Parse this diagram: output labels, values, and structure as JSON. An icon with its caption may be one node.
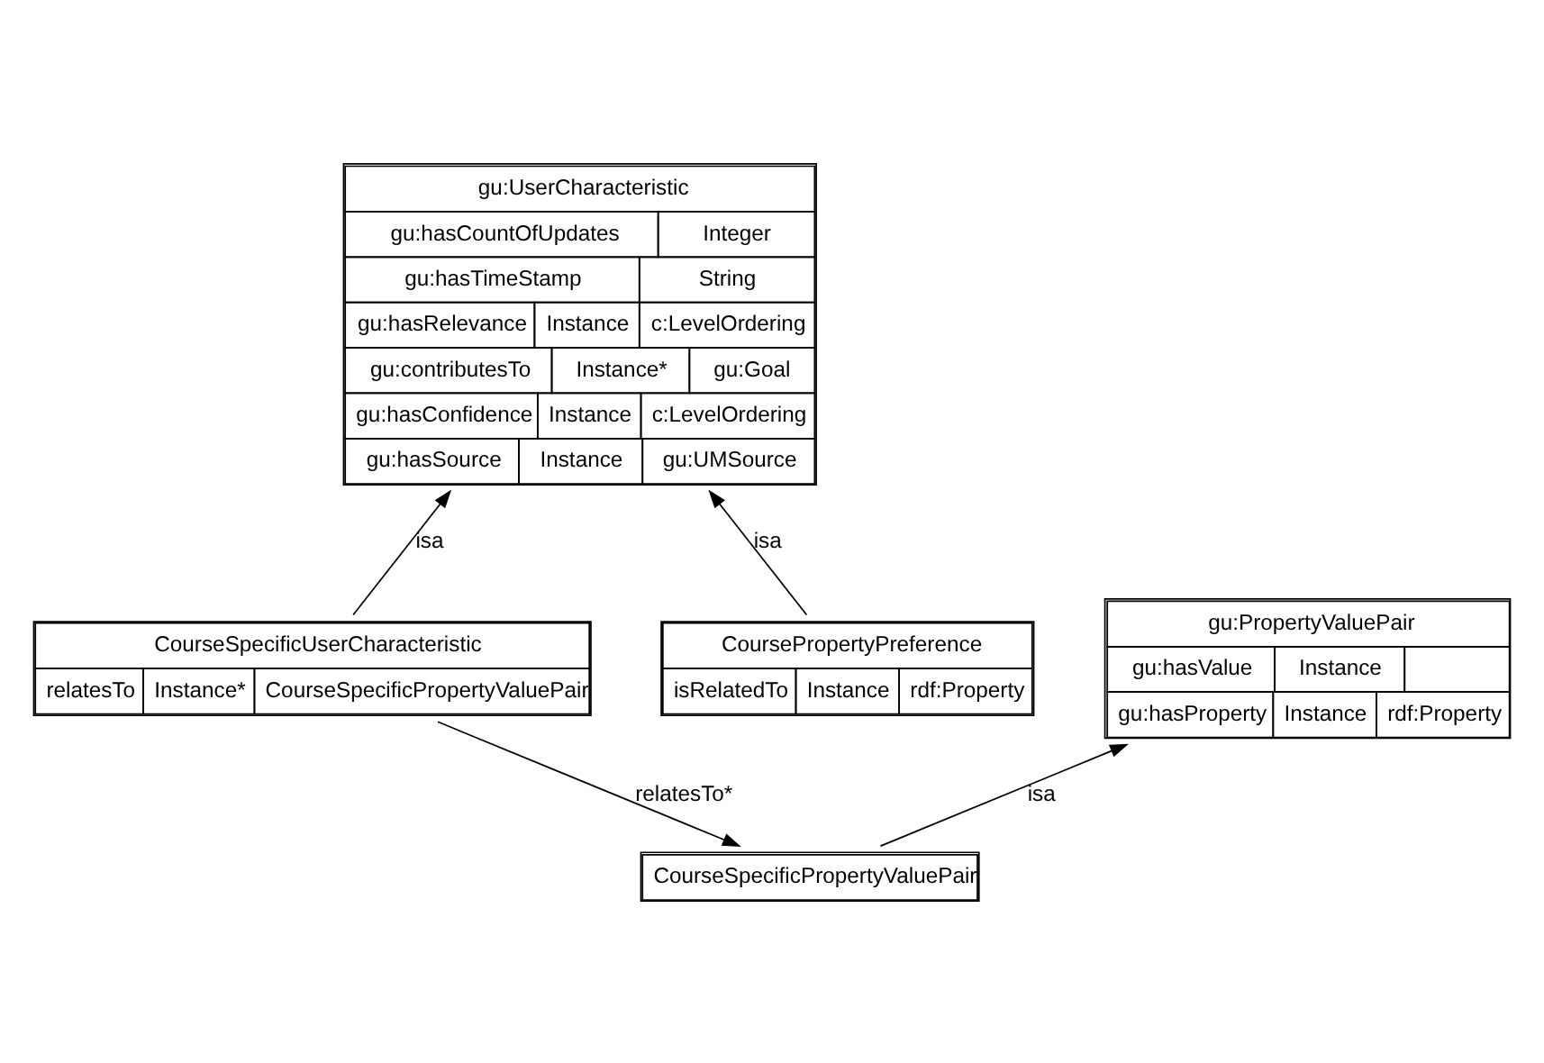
{
  "diagram": {
    "nodes": [
      {
        "text": [
          "gu:UserCharacteristic",
          "gu:hasCountOfUpdates",
          "Integer",
          "gu:hasTimeStamp",
          "String",
          "gu:hasRelevance",
          "Instance",
          "c:LevelOrdering",
          "gu:contributesTo",
          "Instance*",
          "gu:Goal",
          "gu:hasConfidence",
          "Instance",
          "c:LevelOrdering",
          "gu:hasSource",
          "Instance",
          "gu:UMSource"
        ]
      },
      {
        "text": [
          "CourseSpecificUserCharacteristic",
          "relatesTo",
          "Instance*",
          "CourseSpecificPropertyValuePair"
        ]
      },
      {
        "text": [
          "CoursePropertyPreference",
          "isRelatedTo",
          "Instance",
          "rdf:Property"
        ]
      },
      {
        "text": [
          "gu:PropertyValuePair",
          "gu:hasValue",
          "Instance",
          "gu:hasProperty",
          "Instance",
          "rdf:Property"
        ]
      },
      {
        "text": [
          "CourseSpecificPropertyValuePair"
        ]
      }
    ],
    "edges": [
      {
        "from": 1,
        "to": 0,
        "arrow": "to",
        "label": "isa"
      },
      {
        "from": 2,
        "to": 0,
        "arrow": "to",
        "label": "isa"
      },
      {
        "from": 1,
        "to": 4,
        "arrow": "to",
        "label": "relatesTo*"
      },
      {
        "from": 4,
        "to": 3,
        "arrow": "to",
        "label": "isa"
      }
    ]
  }
}
